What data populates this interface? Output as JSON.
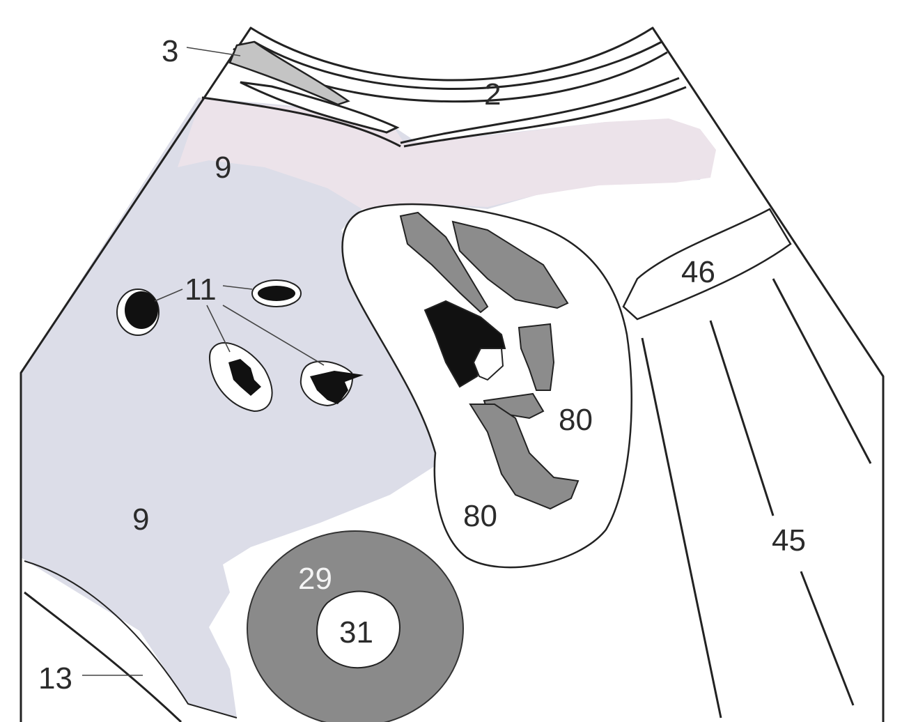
{
  "colors": {
    "liver": "#dcdde8",
    "liver_superior": "#ece3ea",
    "wall_layer_3": "#c4c4c4",
    "organ_80_shade": "#8c8c8c",
    "ring_29": "#8a8a8a",
    "vessel_black": "#111111",
    "outline": "#222222",
    "background": "#ffffff"
  },
  "labels": {
    "l3": "3",
    "l2": "2",
    "l9_top": "9",
    "l9_bottom": "9",
    "l11": "11",
    "l46": "46",
    "l80_right": "80",
    "l80_bottom": "80",
    "l45": "45",
    "l29": "29",
    "l31": "31",
    "l13": "13"
  }
}
